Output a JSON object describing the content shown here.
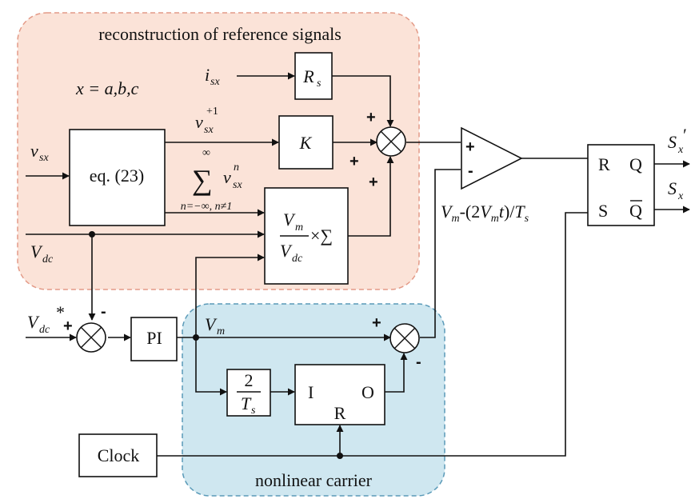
{
  "regions": {
    "reference": {
      "title": "reconstruction of reference signals",
      "fill": "#fbe3d8",
      "border": "#e39a87"
    },
    "carrier": {
      "title": "nonlinear carrier",
      "fill": "#cfe7f0",
      "border": "#5a9ab8"
    }
  },
  "phase_note": "x = a,b,c",
  "signals": {
    "i_sx": "i",
    "i_sx_sub": "sx",
    "v_sx": "v",
    "v_sx_sub": "sx",
    "v_pos_base": "v",
    "v_pos_sub": "sx",
    "v_pos_sup": "+1",
    "sum_symbol": "∑",
    "sum_top": "∞",
    "sum_base": "v",
    "sum_sup": "n",
    "sum_sub": "sx",
    "sum_limits": "n=−∞, n≠1",
    "vdc": "V",
    "vdc_sub": "dc",
    "vdc_ref": "V",
    "vdc_ref_sub": "dc",
    "vdc_ref_star": "*",
    "vm": "V",
    "vm_sub": "m",
    "carrier_a": "V",
    "carrier_b": "m",
    "carrier_c": "-(2",
    "carrier_d": "V",
    "carrier_e": "m",
    "carrier_f": "t",
    "carrier_g": ")/",
    "carrier_h": "T",
    "carrier_i": "s",
    "sx_prime": "S",
    "sx_prime_sub": "x",
    "sx_prime_mark": "′",
    "sx": "S",
    "sx_sub": "x"
  },
  "blocks": {
    "rs": "R",
    "rs_sub": "s",
    "k": "K",
    "eq": "eq. (23)",
    "vm_frac_num": "V",
    "vm_frac_num_sub": "m",
    "vm_frac_den": "V",
    "vm_frac_den_sub": "dc",
    "vm_frac_times": "×∑",
    "pi": "PI",
    "gain_num": "2",
    "gain_den": "T",
    "gain_den_sub": "s",
    "integrator_in": "I",
    "integrator_out": "O",
    "integrator_reset": "R",
    "clock": "Clock",
    "latch_r": "R",
    "latch_s": "S",
    "latch_q": "Q",
    "latch_qbar": "Q"
  },
  "signs": {
    "sum1_top": "+",
    "sum1_left": "+",
    "sum1_bottom": "+",
    "cmp_plus": "+",
    "cmp_minus": "-",
    "sum2_plus": "+",
    "sum2_minus": "-",
    "sum3_plus": "+",
    "sum3_minus": "-"
  }
}
